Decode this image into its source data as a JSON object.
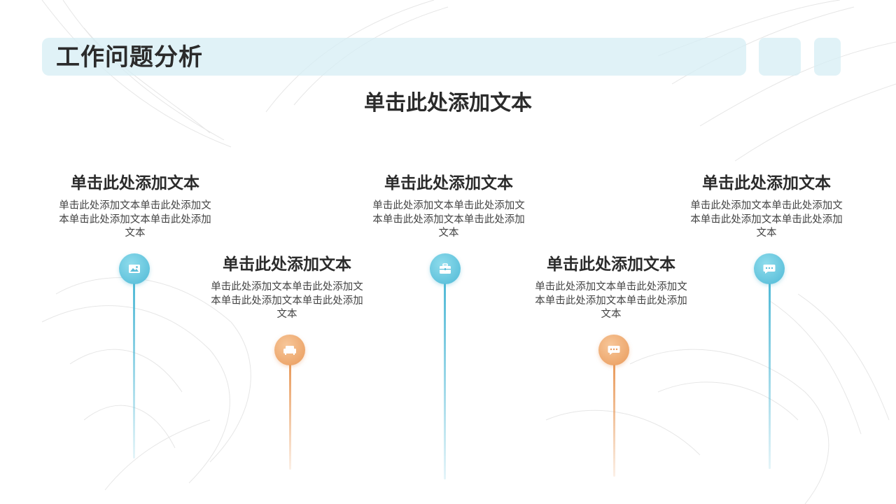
{
  "page": {
    "title": "工作问题分析",
    "subtitle": "单击此处添加文本"
  },
  "items": [
    {
      "heading": "单击此处添加文本",
      "body": "单击此处添加文本单击此处添加文本单击此处添加文本单击此处添加文本",
      "color": "blue",
      "icon": "image-icon"
    },
    {
      "heading": "单击此处添加文本",
      "body": "单击此处添加文本单击此处添加文本单击此处添加文本单击此处添加文本",
      "color": "orange",
      "icon": "sofa-icon"
    },
    {
      "heading": "单击此处添加文本",
      "body": "单击此处添加文本单击此处添加文本单击此处添加文本单击此处添加文本",
      "color": "blue",
      "icon": "briefcase-icon"
    },
    {
      "heading": "单击此处添加文本",
      "body": "单击此处添加文本单击此处添加文本单击此处添加文本单击此处添加文本",
      "color": "orange",
      "icon": "chat-bubble-icon"
    },
    {
      "heading": "单击此处添加文本",
      "body": "单击此处添加文本单击此处添加文本单击此处添加文本单击此处添加文本",
      "color": "blue",
      "icon": "chat-bubble-icon"
    }
  ],
  "colors": {
    "blue": "#4fb9d6",
    "orange": "#e99a5a",
    "title_bar": "#d6eef4"
  }
}
